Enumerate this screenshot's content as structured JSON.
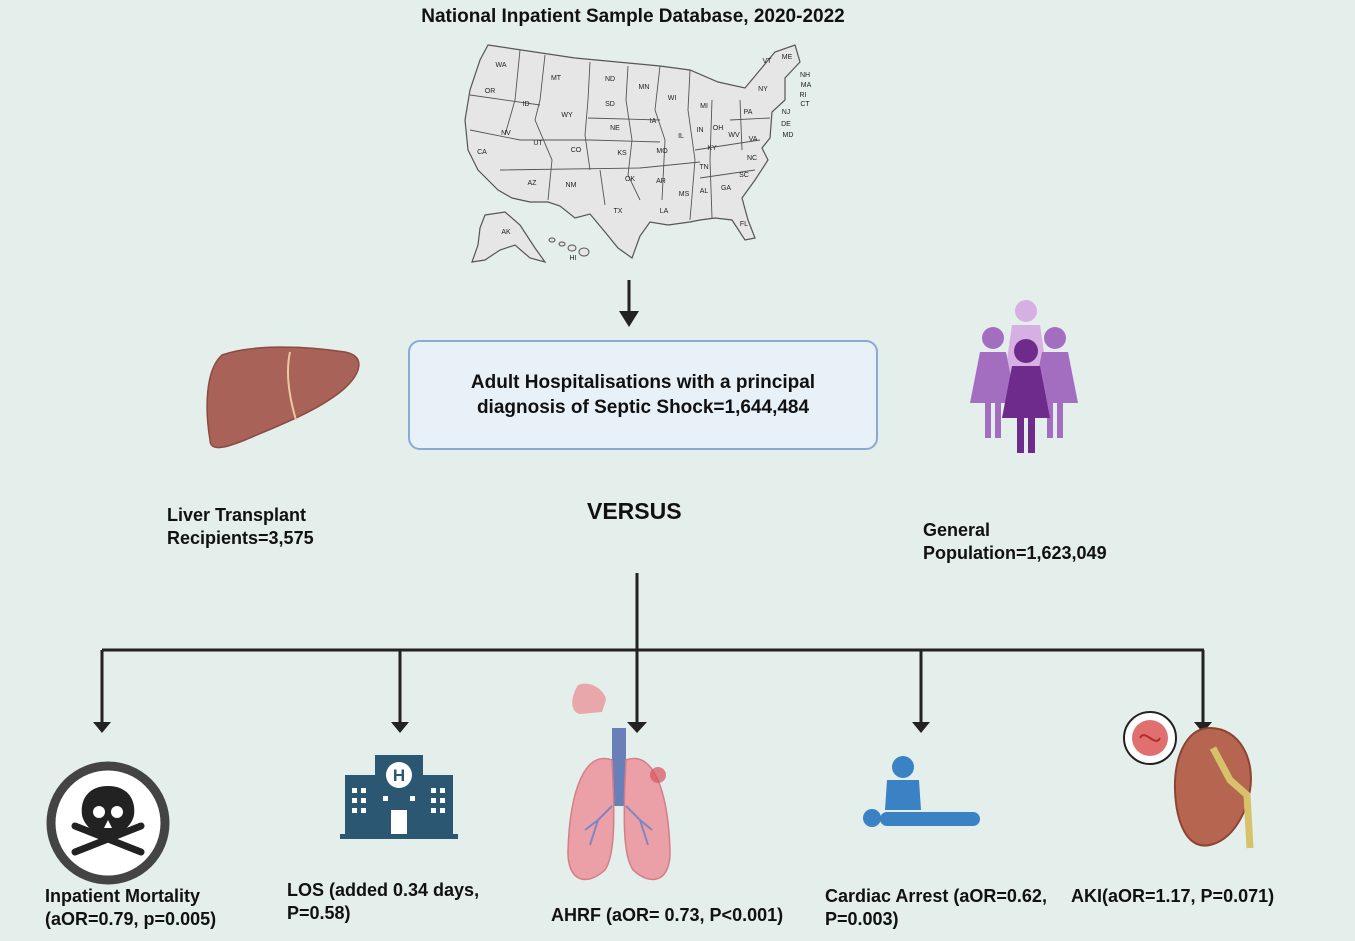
{
  "database_title": "National Inpatient Sample Database, 2020-2022",
  "us_map": {
    "state_labels": [
      "WA",
      "OR",
      "CA",
      "ID",
      "NV",
      "MT",
      "WY",
      "UT",
      "AZ",
      "CO",
      "NM",
      "ND",
      "SD",
      "NE",
      "KS",
      "OK",
      "TX",
      "MN",
      "IA",
      "MO",
      "AR",
      "LA",
      "WI",
      "IL",
      "MS",
      "MI",
      "IN",
      "KY",
      "TN",
      "AL",
      "OH",
      "WV",
      "GA",
      "PA",
      "VA",
      "NC",
      "SC",
      "FL",
      "NY",
      "VT",
      "ME",
      "NH",
      "MA",
      "RI",
      "CT",
      "NJ",
      "DE",
      "MD",
      "AK",
      "HI"
    ]
  },
  "center_box": "Adult Hospitalisations with a principal\ndiagnosis of Septic Shock=1,644,484",
  "versus": "VERSUS",
  "groups": {
    "liver": "Liver Transplant\nRecipients=3,575",
    "general": "General\nPopulation=1,623,049"
  },
  "outcomes": {
    "mortality": "Inpatient Mortality\n(aOR=0.79, p=0.005)",
    "los": "LOS (added 0.34 days,\nP=0.58)",
    "ahrf": "AHRF (aOR= 0.73, P<0.001)",
    "cardiac": "Cardiac Arrest (aOR=0.62,\nP=0.003)",
    "aki": "AKI(aOR=1.17, P=0.071)"
  },
  "colors": {
    "background": "#e4eeea",
    "box_border": "#8ba8d6",
    "liver": "#a86258",
    "people_light": "#d7b0e3",
    "people_mid": "#a46ec0",
    "people_dark": "#6f2b8c",
    "hospital": "#2c5773",
    "cpr": "#3b82c4",
    "lungs": "#eaa0a6",
    "trachea": "#6a7fb8"
  }
}
